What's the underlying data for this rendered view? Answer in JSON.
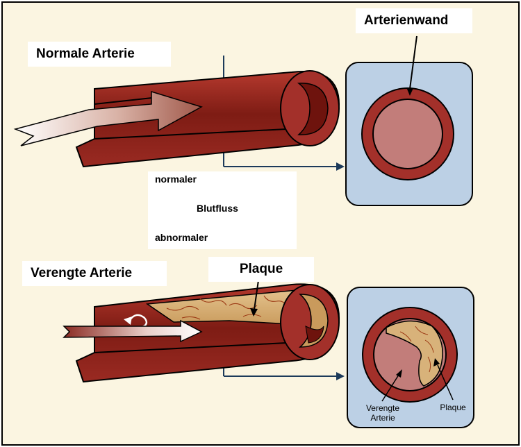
{
  "labels": {
    "normal_artery": "Normale Arterie",
    "artery_wall": "Arterienwand",
    "narrowed_artery": "Verengte Arterie",
    "plaque_main": "Plaque",
    "blood_flow_1": "normaler",
    "blood_flow_2": "Blutfluss",
    "blood_flow_3": "abnormaler",
    "narrowed_small_1": "Verengte",
    "narrowed_small_2": "Arterie",
    "plaque_small": "Plaque"
  },
  "colors": {
    "background": "#fbf5e1",
    "artery_dark": "#7a1a12",
    "artery_mid": "#a3302a",
    "artery_outer": "#b03a30",
    "lumen": "#c27d7a",
    "panel": "#bcd0e5",
    "plaque": "#d8b27a",
    "plaque_vein": "#9c3a14"
  }
}
